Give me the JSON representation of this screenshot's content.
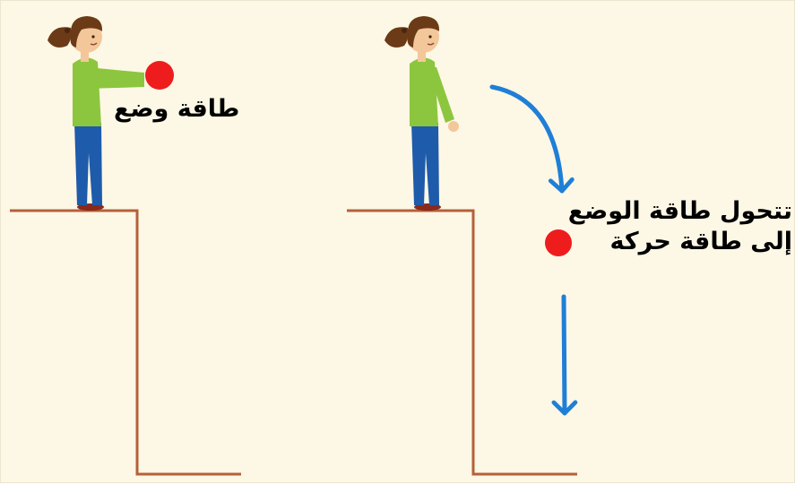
{
  "colors": {
    "background": "#fdf7e5",
    "ledge": "#b5603a",
    "ball": "#ee1c1c",
    "arrow": "#1f7fd7",
    "shirt": "#8cc63e",
    "pants": "#1e5bab",
    "hair": "#6b3a17",
    "skin": "#f3c79a"
  },
  "labels": {
    "potential_energy": "طاقة وضع",
    "transform_line1": "تتحول طاقة الوضع",
    "transform_line2": "إلى طاقة حركة"
  }
}
